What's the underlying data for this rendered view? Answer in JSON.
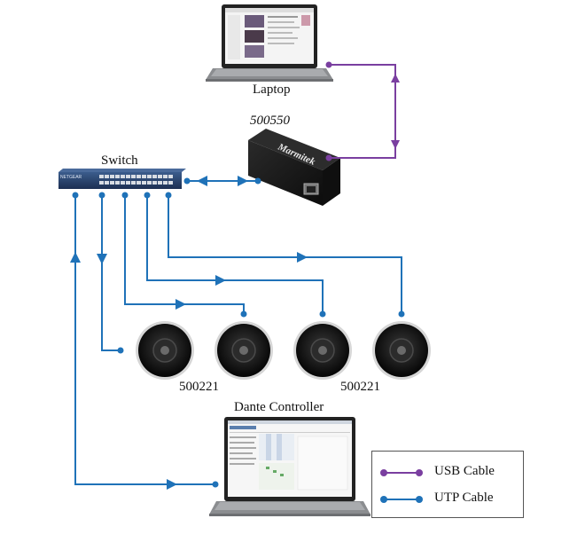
{
  "labels": {
    "laptop": "Laptop",
    "interface_model": "500550",
    "switch": "Switch",
    "speaker_model_left": "500221",
    "speaker_model_right": "500221",
    "dante_controller": "Dante Controller"
  },
  "device_text": {
    "interface_logo": "Marmitek",
    "switch_brand": "NETGEAR"
  },
  "legend": {
    "items": [
      {
        "label": "USB Cable",
        "color": "#7a3fa0"
      },
      {
        "label": "UTP Cable",
        "color": "#1f72b8"
      }
    ]
  },
  "colors": {
    "usb": "#7a3fa0",
    "utp": "#1f72b8",
    "device_dark": "#151515",
    "laptop_body": "#8b8d90"
  },
  "icons": [
    "laptop-icon",
    "audio-interface-icon",
    "network-switch-icon",
    "ceiling-speaker-icon",
    "dante-laptop-icon"
  ]
}
